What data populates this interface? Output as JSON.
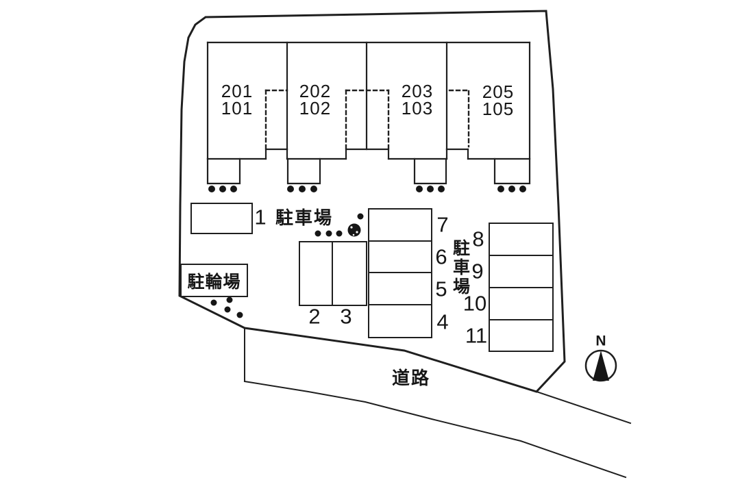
{
  "page": {
    "background": "#ffffff",
    "line_color": "#1f1f1f"
  },
  "site_plan": {
    "building": {
      "units": [
        {
          "unit_upper": "201",
          "unit_lower": "101"
        },
        {
          "unit_upper": "202",
          "unit_lower": "102"
        },
        {
          "unit_upper": "203",
          "unit_lower": "103"
        },
        {
          "unit_upper": "205",
          "unit_lower": "105"
        }
      ]
    },
    "parking": {
      "area_label_top": "駐車場",
      "area_label_right": "駐車場",
      "space_labels": [
        "1",
        "2",
        "3",
        "4",
        "5",
        "6",
        "7",
        "8",
        "9",
        "10",
        "11"
      ]
    },
    "bicycle_parking_label": "駐輪場",
    "road_label": "道路",
    "compass": {
      "north_label": "N"
    }
  }
}
